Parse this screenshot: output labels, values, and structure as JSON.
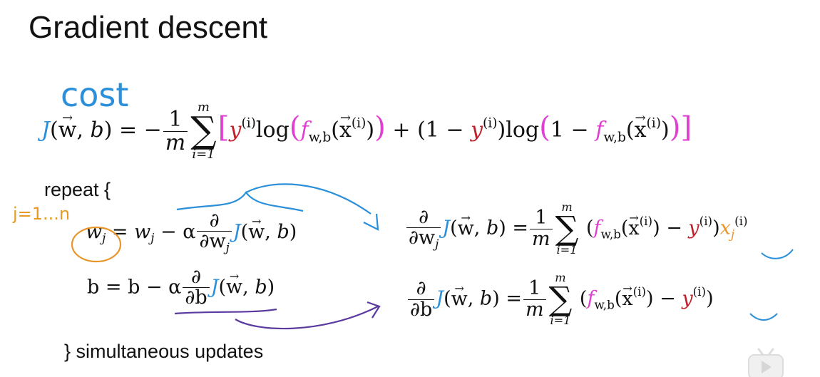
{
  "slide": {
    "title": "Gradient descent",
    "annotation_cost": "cost",
    "annotation_j_range": "j=1...n",
    "repeat_label": "repeat {",
    "closing_label": "}  simultaneous updates"
  },
  "cost_formula": {
    "lhs_J": "J",
    "lhs_args": "(w, b) = −",
    "frac_num": "1",
    "frac_den": "m",
    "sum_top": "m",
    "sum_bottom": "i=1",
    "y": "y",
    "sup_i": "(i)",
    "log": "log",
    "f": "f",
    "sub_wb": "w,b",
    "x": "x",
    "one_minus": "(1 −",
    "plus_one_minus": "+ (1 −",
    "one_minus_f": "1 −"
  },
  "update_w": {
    "w": "w",
    "j": "j",
    "eq": "= ",
    "minus_alpha": " − α",
    "partial": "∂",
    "dw": "∂w",
    "J": "J",
    "args": "(w, b)"
  },
  "update_b": {
    "lhs": "b = b − α",
    "partial": "∂",
    "db": "∂b",
    "J": "J",
    "args": "(w, b)"
  },
  "deriv_w": {
    "partial": "∂",
    "dw": "∂w",
    "j": "j",
    "J": "J",
    "args": "(w, b)  =",
    "frac_num": "1",
    "frac_den": "m",
    "sum_top": "m",
    "sum_bottom": "i=1",
    "open": "(",
    "f": "f",
    "sub_wb": "w,b",
    "x": "x",
    "sup_i": "(i)",
    "minus": ") −",
    "y": "y",
    "close": ")",
    "xj": "x"
  },
  "deriv_b": {
    "partial": "∂",
    "db": "∂b",
    "J": "J",
    "args": "(w, b) =",
    "frac_num": "1",
    "frac_den": "m",
    "sum_top": "m",
    "sum_bottom": "i=1",
    "open": "(",
    "f": "f",
    "sub_wb": "w,b",
    "x": "x",
    "sup_i": "(i)",
    "minus": ") −",
    "y": "y",
    "close": ")"
  },
  "colors": {
    "blue": "#2b8fd9",
    "magenta": "#e040d0",
    "red": "#c0202a",
    "orange": "#e8962a",
    "purple": "#5b3aa0"
  },
  "icons": {
    "player": "bilibili-play-icon"
  }
}
